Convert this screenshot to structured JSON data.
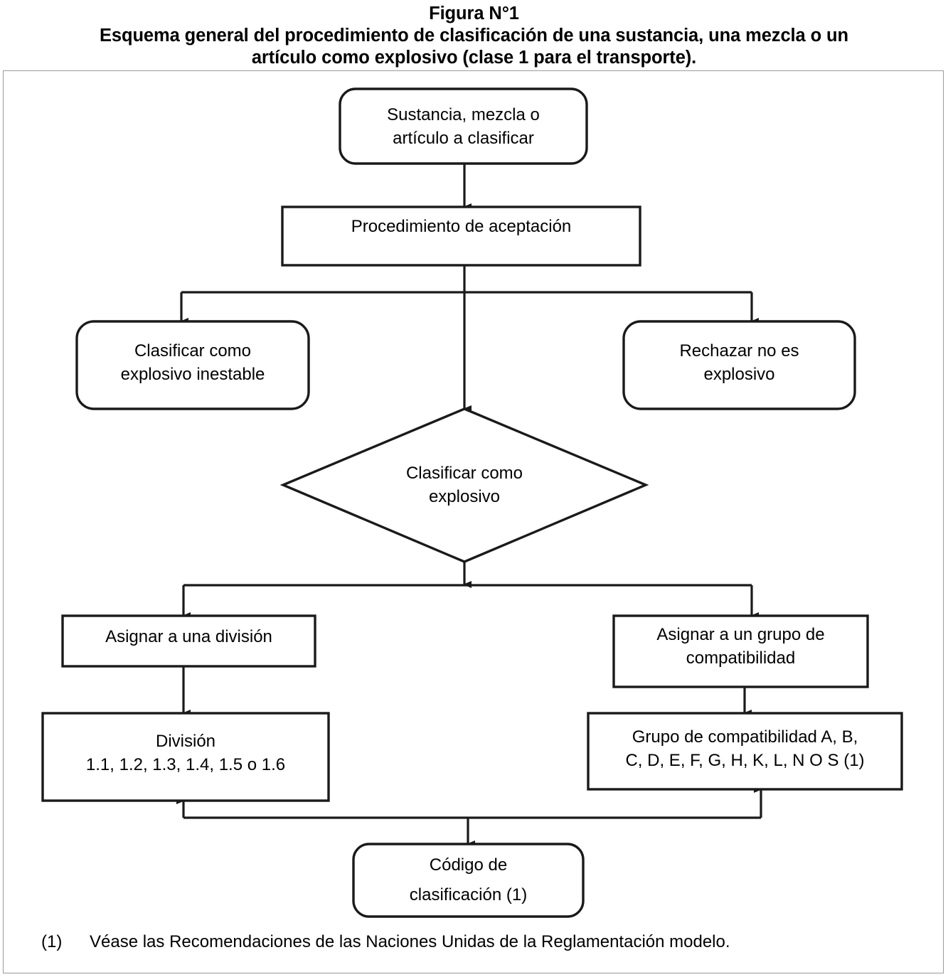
{
  "title": {
    "line1": "Figura N°1",
    "line2": "Esquema general del procedimiento de clasificación de una sustancia, una mezcla o un",
    "line3": "artículo como explosivo (clase 1 para el transporte)."
  },
  "colors": {
    "stroke": "#1a1a1a",
    "fill": "#ffffff",
    "frame": "#9a9a9a",
    "text": "#000000"
  },
  "diagram": {
    "type": "flowchart",
    "orientation": "top-to-bottom",
    "nodes": [
      {
        "id": "start",
        "shape": "rounded-rectangle",
        "label": "Sustancia, mezcla o\nartículo a clasificar"
      },
      {
        "id": "acceptance",
        "shape": "rectangle",
        "label": "Procedimiento de aceptación"
      },
      {
        "id": "unstable",
        "shape": "rounded-rectangle",
        "label": "Clasificar como\nexplosivo inestable"
      },
      {
        "id": "reject",
        "shape": "rounded-rectangle",
        "label": "Rechazar no es\nexplosivo"
      },
      {
        "id": "classify",
        "shape": "diamond",
        "label": "Clasificar como\nexplosivo"
      },
      {
        "id": "assign-division",
        "shape": "rectangle",
        "label": "Asignar a una división"
      },
      {
        "id": "assign-group",
        "shape": "rectangle",
        "label": "Asignar a un grupo de\ncompatibilidad"
      },
      {
        "id": "division",
        "shape": "rectangle",
        "label": "División\n1.1, 1.2, 1.3, 1.4, 1.5 o 1.6"
      },
      {
        "id": "group",
        "shape": "rectangle",
        "label": "Grupo de compatibilidad A, B,\nC, D, E, F, G, H, K, L, N O S (1)"
      },
      {
        "id": "code",
        "shape": "rounded-rectangle",
        "label": "Código de\nclasificación (1)"
      }
    ],
    "edges": [
      {
        "from": "start",
        "to": "acceptance"
      },
      {
        "from": "acceptance",
        "to": "unstable"
      },
      {
        "from": "acceptance",
        "to": "reject"
      },
      {
        "from": "acceptance",
        "to": "classify"
      },
      {
        "from": "classify",
        "to": "assign-division"
      },
      {
        "from": "classify",
        "to": "assign-group"
      },
      {
        "from": "assign-division",
        "to": "division"
      },
      {
        "from": "assign-group",
        "to": "group"
      },
      {
        "from": "code",
        "to": "division"
      },
      {
        "from": "code",
        "to": "group"
      }
    ]
  },
  "footnote": {
    "marker": "(1)",
    "text": "Véase las Recomendaciones de las Naciones Unidas de la Reglamentación modelo."
  }
}
